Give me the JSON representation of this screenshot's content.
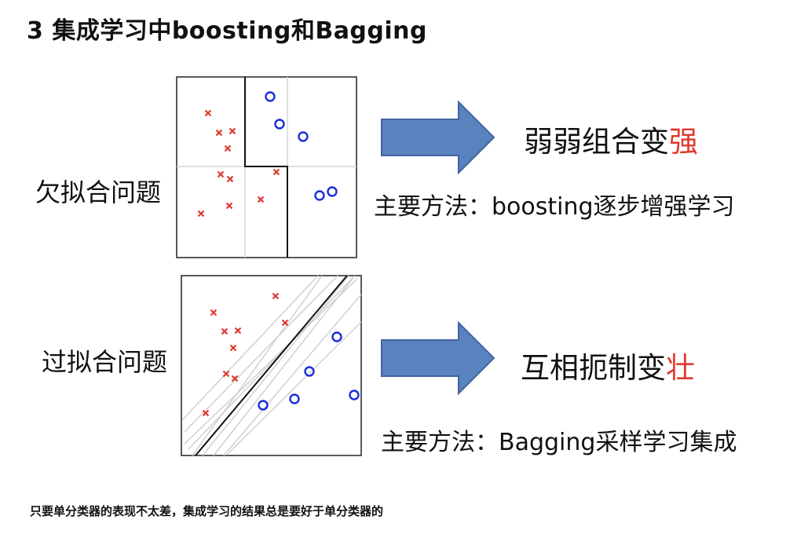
{
  "title": "3 集成学习中boosting和Bagging",
  "underfit": {
    "label": "欠拟合问题",
    "result_prefix": "弱弱组合变",
    "result_highlight": "强",
    "method_prefix": "主要方法：",
    "method_rest": "boosting逐步增强学习"
  },
  "overfit": {
    "label": "过拟合问题",
    "result_prefix": "互相扼制变",
    "result_highlight": "壮",
    "method_prefix": "主要方法：",
    "method_rest": "Bagging采样学习集成"
  },
  "footnote": "只要单分类器的表现不太差，集成学习的结果总是要好于单分类器的",
  "colors": {
    "cross": "#e03a2f",
    "circle": "#1a2fd8",
    "arrow": "#5a82bf",
    "arrow_border": "#3f64a0",
    "highlight": "#e03a2f"
  }
}
